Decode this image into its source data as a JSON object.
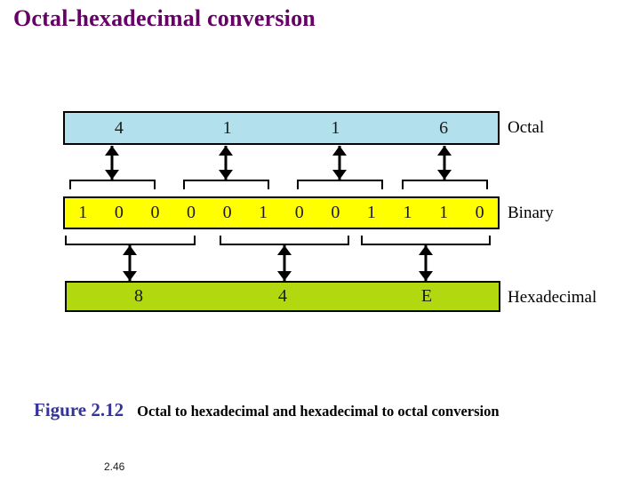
{
  "title": "Octal-hexadecimal conversion",
  "diagram": {
    "octal": {
      "label": "Octal",
      "digits": [
        "4",
        "1",
        "1",
        "6"
      ],
      "color": "#B2E0EC"
    },
    "binary": {
      "label": "Binary",
      "digits": [
        "1",
        "0",
        "0",
        "0",
        "0",
        "1",
        "0",
        "0",
        "1",
        "1",
        "1",
        "0"
      ],
      "color": "#FFFF00"
    },
    "hexadecimal": {
      "label": "Hexadecimal",
      "digits": [
        "8",
        "4",
        "E"
      ],
      "color": "#B2D90F"
    },
    "icons": {
      "double_arrow": "up-down conversion arrow",
      "bracket_top": "3-bit group bracket",
      "bracket_bottom": "4-bit group bracket"
    }
  },
  "caption": {
    "figure_label": "Figure 2.12",
    "text": "Octal to hexadecimal and hexadecimal to octal conversion"
  },
  "page_number": "2.46",
  "colors": {
    "title": "#660066",
    "figure_label": "#333399",
    "bar_border": "#000000"
  }
}
